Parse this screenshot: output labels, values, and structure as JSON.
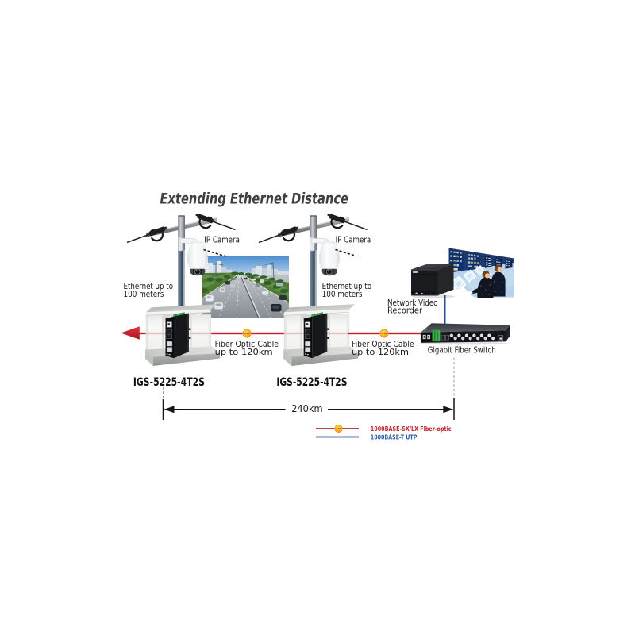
{
  "title": "Extending Ethernet Distance",
  "labels": {
    "ip_camera": "IP Camera",
    "ethernet_line1": "Ethernet up to",
    "ethernet_line2": "100 meters",
    "fiber_line1": "Fiber Optic Cable",
    "fiber_line2": "up to 120km",
    "switch_model": "IGS-5225-4T2S",
    "nvr_line1": "Network Video",
    "nvr_line2": "Recorder",
    "fiber_switch": "Gigabit Fiber Switch",
    "total_distance": "240km"
  },
  "legend": {
    "items": [
      {
        "label": "1000BASE-SX/LX Fiber-optic",
        "text_color": "#c3272e",
        "line_color": "#b02430"
      },
      {
        "label": "1000BASE-T UTP",
        "text_color": "#2d5ca6",
        "line_color": "#2b4d97"
      }
    ]
  },
  "colors": {
    "fiber_line": "#c51f2d",
    "fiber_line_through_wall": "#e8bebe",
    "utp_line": "#2b4d97",
    "wdm_dot": "#f5a81c",
    "terminal_block_green": "#3fae49",
    "title_text": "#3f3f3f",
    "label_text": "#1c1c1c"
  }
}
